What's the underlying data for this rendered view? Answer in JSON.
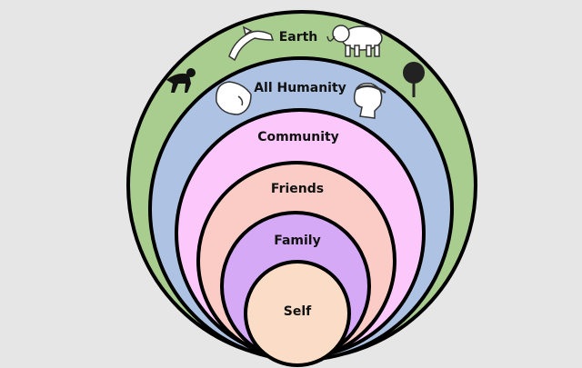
{
  "circles": [
    {
      "label": "Earth",
      "color": "#a9cc8f"
    },
    {
      "label": "All Humanity",
      "color": "#aec3e4"
    },
    {
      "label": "Community",
      "color": "#fcc8fc"
    },
    {
      "label": "Friends",
      "color": "#fbcbc6"
    },
    {
      "label": "Family",
      "color": "#d5a9f5"
    },
    {
      "label": "Self",
      "color": "#fbdcc6"
    }
  ],
  "icons": [
    "dolphin-icon",
    "elephant-icon",
    "chimpanzee-icon",
    "tree-icon",
    "gorilla-head-icon",
    "roman-head-icon"
  ]
}
